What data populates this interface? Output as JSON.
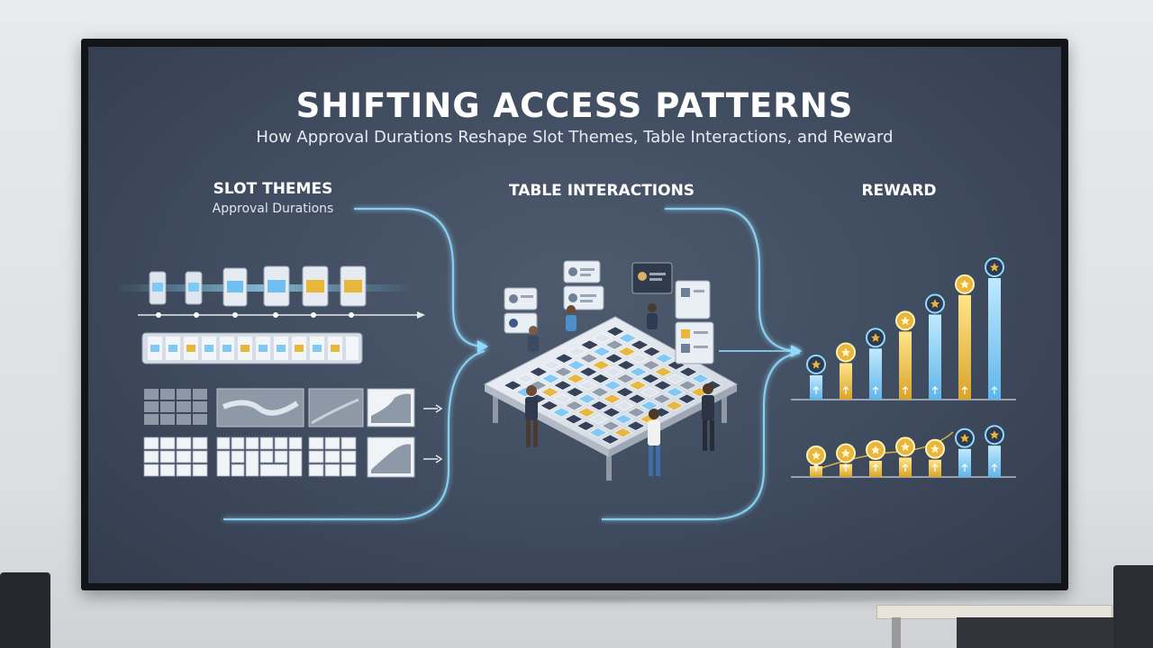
{
  "title": "SHIFTING ACCESS PATTERNS",
  "subtitle": "How Approval Durations Reshape Slot Themes, Table Interactions, and Reward",
  "sections": {
    "slot": {
      "title": "SLOT THEMES",
      "subtitle": "Approval Durations"
    },
    "table": {
      "title": "TABLE INTERACTIONS"
    },
    "reward": {
      "title": "REWARD"
    }
  },
  "colors": {
    "screen": "#3f4b5e",
    "glow": "#7fd4ff",
    "gold": "#e8b63a",
    "blue_bar": "#8fd0f5",
    "tile_dark": "#2d3a52"
  },
  "icons": [
    "slot-reel-icon",
    "arrow-right-icon",
    "star-coin-icon",
    "dollar-coin-icon",
    "person-icon",
    "avatar-card-icon"
  ],
  "reward_bars_top": [
    1,
    1.5,
    2.1,
    2.8,
    3.5,
    4.3,
    5.0
  ],
  "reward_bars_bottom": [
    1,
    1.2,
    1.5,
    1.8,
    1.6,
    2.6,
    2.9
  ]
}
